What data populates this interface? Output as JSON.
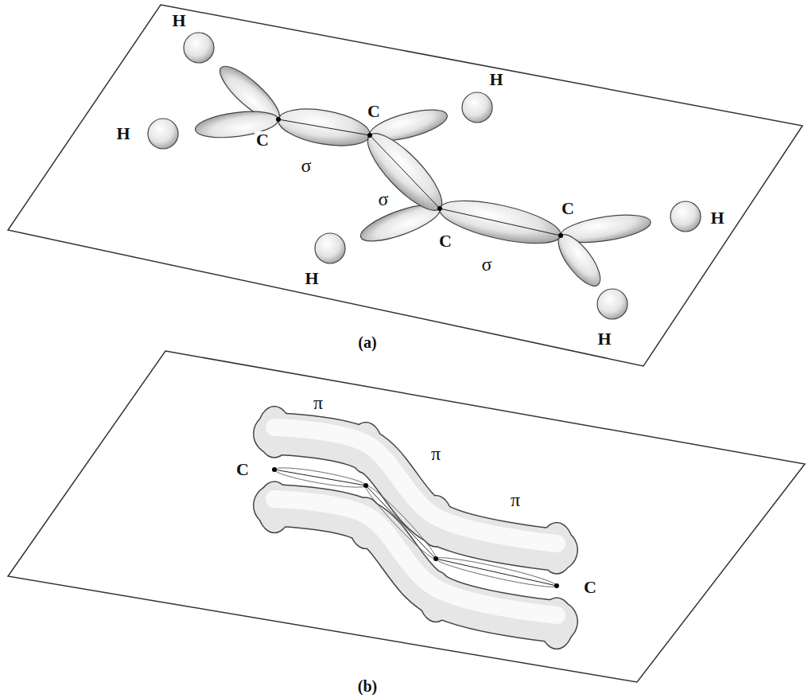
{
  "diagram": {
    "labels": [
      "H",
      "H",
      "C",
      "σ",
      "C",
      "H",
      "σ",
      "H",
      "C",
      "C",
      "H",
      "σ",
      "H",
      "(a)",
      "π",
      "C",
      "π",
      "π",
      "C",
      "(b)"
    ]
  }
}
